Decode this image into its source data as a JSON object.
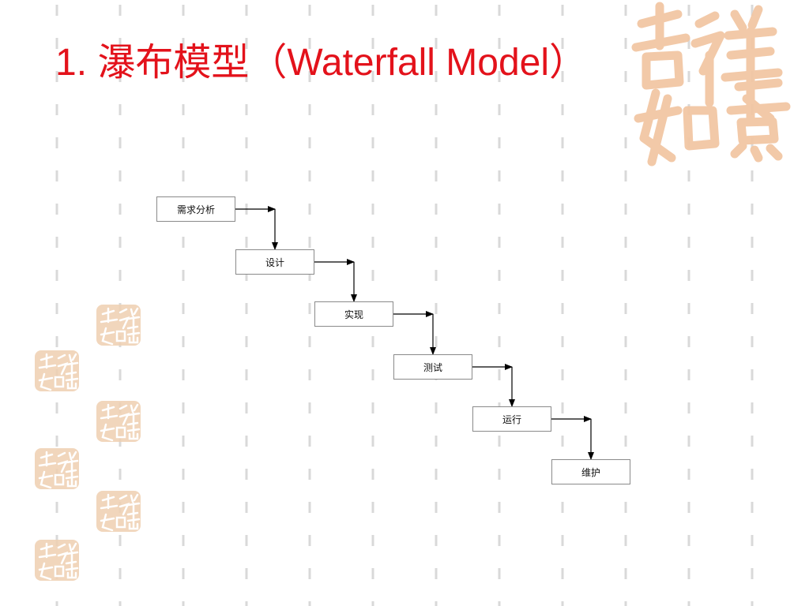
{
  "slide": {
    "title": "1. 瀑布模型（Waterfall Model）"
  },
  "colors": {
    "title": "#e3121b",
    "seal": "#f2c7a4",
    "seal_small": "#eecfb0",
    "dash": "#d9d9d9",
    "arrow": "#000000",
    "box_border": "#8a8a8a"
  },
  "decorations": {
    "seal_text": "吉祥如意"
  },
  "diagram": {
    "steps": [
      {
        "id": "requirements",
        "label": "需求分析"
      },
      {
        "id": "design",
        "label": "设计"
      },
      {
        "id": "implementation",
        "label": "实现"
      },
      {
        "id": "testing",
        "label": "测试"
      },
      {
        "id": "operation",
        "label": "运行"
      },
      {
        "id": "maintenance",
        "label": "维护"
      }
    ]
  }
}
